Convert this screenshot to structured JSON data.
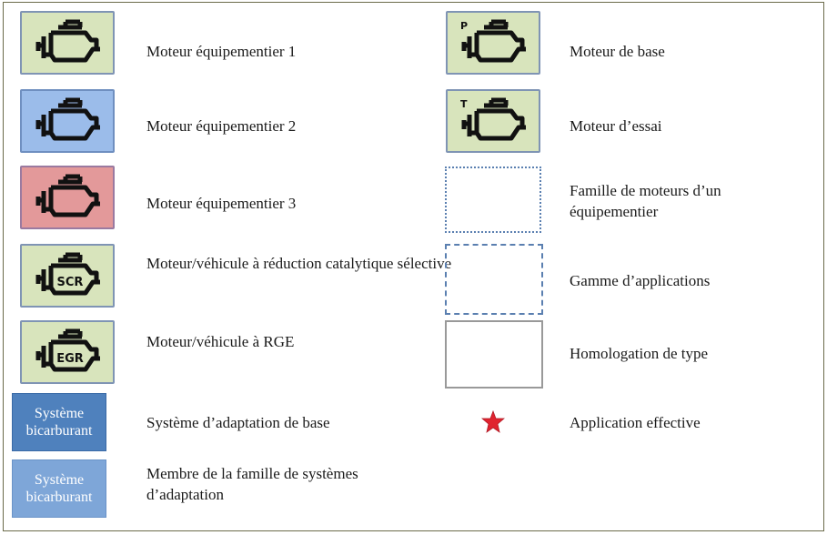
{
  "legend": {
    "left": [
      {
        "label": "Moteur équipementier 1",
        "icon": "engine-icon",
        "color": "#d8e4bc"
      },
      {
        "label": "Moteur équipementier 2",
        "icon": "engine-icon",
        "color": "#9bbcea"
      },
      {
        "label": "Moteur équipementier 3",
        "icon": "engine-icon",
        "color": "#e3999a"
      },
      {
        "label": "Moteur/véhicule à réduction catalytique sélective",
        "icon": "engine-icon",
        "badge": "SCR"
      },
      {
        "label": "Moteur/véhicule à RGE",
        "icon": "engine-icon",
        "badge": "EGR"
      },
      {
        "label": "Système d’adaptation de base",
        "box_text": "Système bicarburant",
        "color": "#4f81bd"
      },
      {
        "label": "Membre de la famille de systèmes d’adaptation",
        "box_text": "Système bicarburant",
        "color": "#7ea6d8"
      }
    ],
    "right": [
      {
        "label": "Moteur de base",
        "icon": "engine-icon",
        "letter": "P"
      },
      {
        "label": "Moteur d’essai",
        "icon": "engine-icon",
        "letter": "T"
      },
      {
        "label": "Famille de moteurs d’un équipementier",
        "style": "dotted"
      },
      {
        "label": "Gamme d’applications",
        "style": "dashed"
      },
      {
        "label": "Homologation de type",
        "style": "solid"
      },
      {
        "label": "Application effective",
        "icon": "star-icon",
        "color": "#e0242f"
      }
    ]
  }
}
